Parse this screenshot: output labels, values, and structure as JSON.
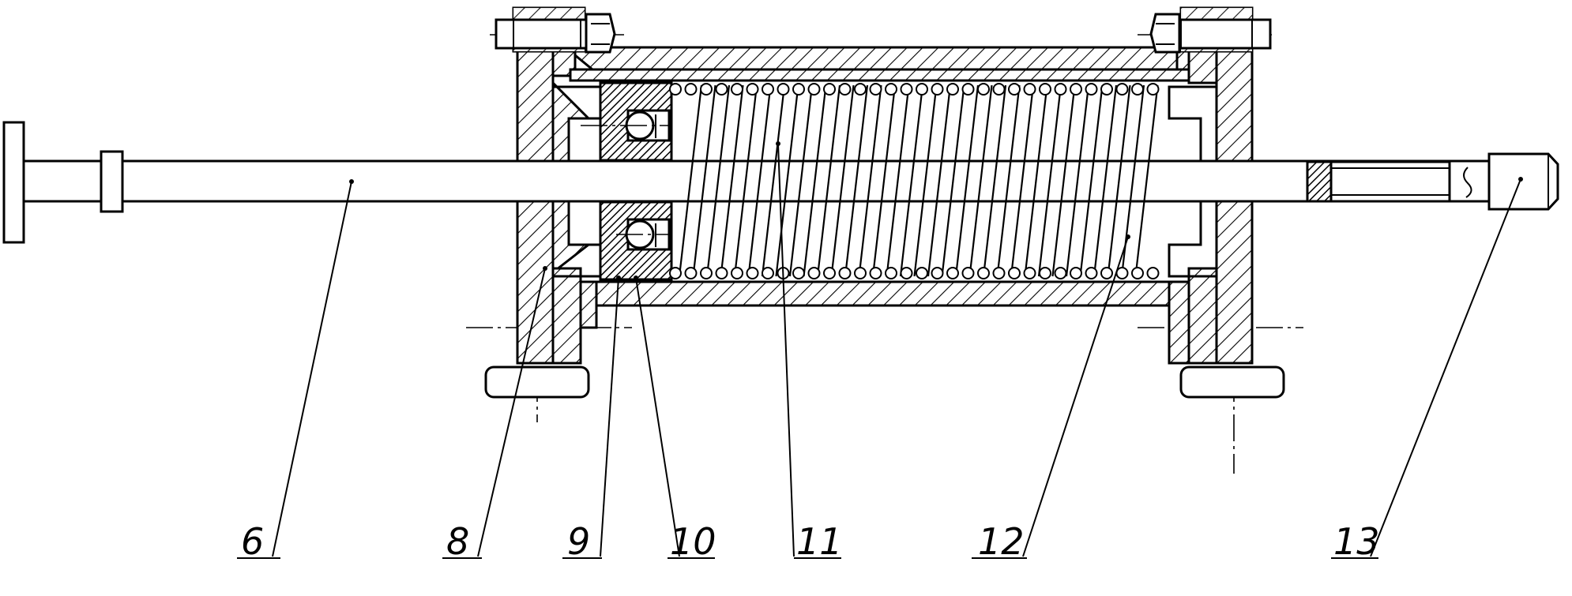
{
  "labels": {
    "shaft": "6",
    "housing": "8",
    "bearing_outer": "9",
    "bearing_inner": "10",
    "spring": "11",
    "coil": "12",
    "end_cap": "13"
  },
  "colors": {
    "line": "#000000",
    "hatch": "#000000",
    "background": "#ffffff"
  }
}
